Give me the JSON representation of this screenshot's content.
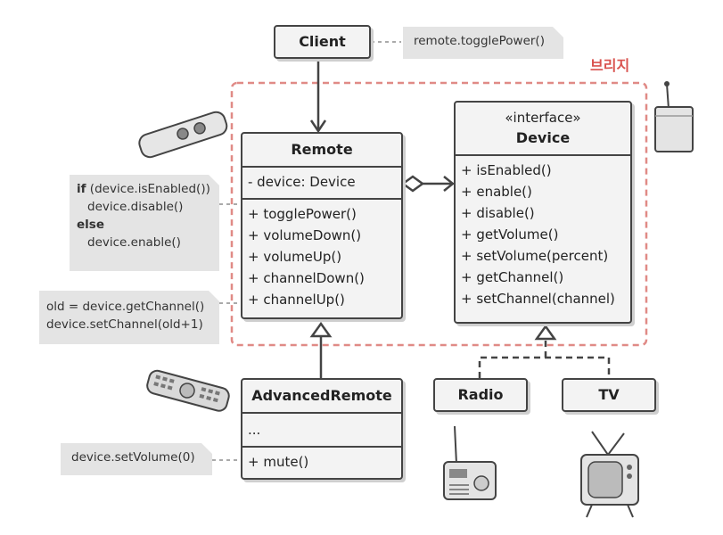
{
  "client": {
    "label": "Client"
  },
  "client_note": {
    "text": "remote.togglePower()"
  },
  "bridge_label": "브리지",
  "remote": {
    "title": "Remote",
    "fields": [
      "- device: Device"
    ],
    "methods": [
      "+ togglePower()",
      "+ volumeDown()",
      "+ volumeUp()",
      "+ channelDown()",
      "+ channelUp()"
    ]
  },
  "device": {
    "stereotype": "«interface»",
    "title": "Device",
    "methods": [
      "+ isEnabled()",
      "+ enable()",
      "+ disable()",
      "+ getVolume()",
      "+ setVolume(percent)",
      "+ getChannel()",
      "+ setChannel(channel)"
    ]
  },
  "toggle_note": {
    "kw_if": "if",
    "cond": " (device.isEnabled())",
    "then": "device.disable()",
    "kw_else": "else",
    "else_stmt": "device.enable()"
  },
  "channel_note": {
    "lines": [
      "old = device.getChannel()",
      "device.setChannel(old+1)"
    ]
  },
  "advanced_remote": {
    "title": "AdvancedRemote",
    "fields": [
      "..."
    ],
    "methods": [
      "+ mute()"
    ]
  },
  "volume_note": {
    "text": "device.setVolume(0)"
  },
  "radio": {
    "label": "Radio"
  },
  "tv": {
    "label": "TV"
  },
  "colors": {
    "bridge_border": "#e08a86",
    "box_border": "#444444",
    "note_bg": "#e4e4e4",
    "bridge_text": "#d9534f"
  }
}
